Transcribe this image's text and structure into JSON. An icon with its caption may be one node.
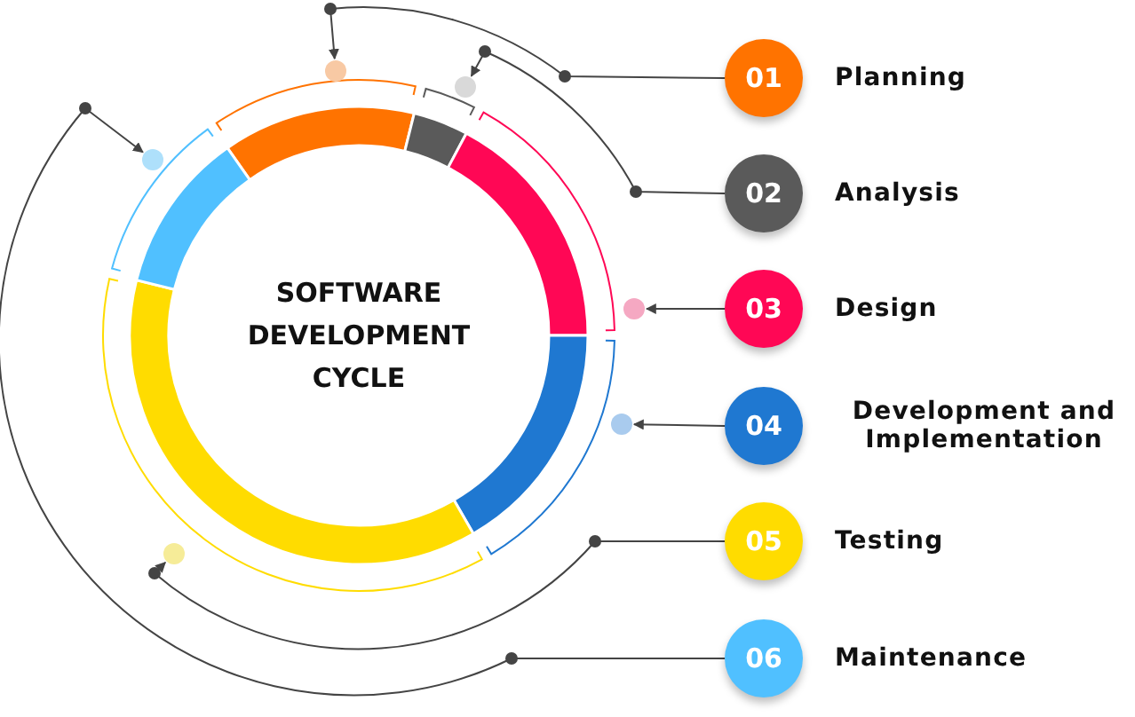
{
  "diagram": {
    "nodes": [
      {
        "text": [
          "SOFTWARE DEVELOPMENT CYCLE"
        ]
      },
      {
        "text": [
          "01"
        ],
        "beside": [
          "Planning"
        ]
      },
      {
        "text": [
          "02"
        ],
        "beside": [
          "Analysis"
        ]
      },
      {
        "text": [
          "03"
        ],
        "beside": [
          "Design"
        ]
      },
      {
        "text": [
          "04"
        ],
        "beside": [
          "Development and Implementation"
        ]
      },
      {
        "text": [
          "05"
        ],
        "beside": [
          "Testing"
        ]
      },
      {
        "text": [
          "06"
        ],
        "beside": [
          "Maintenance"
        ]
      },
      {
        "text": [],
        "shape": "circle"
      },
      {
        "text": [],
        "shape": "circle"
      },
      {
        "text": [],
        "shape": "circle"
      },
      {
        "text": [],
        "shape": "circle"
      },
      {
        "text": [],
        "shape": "circle"
      },
      {
        "text": [],
        "shape": "circle"
      }
    ],
    "edges": [
      {
        "from": 1,
        "to": 7,
        "arrow": "to"
      },
      {
        "from": 2,
        "to": 8,
        "arrow": "to"
      },
      {
        "from": 3,
        "to": 9,
        "arrow": "to"
      },
      {
        "from": 4,
        "to": 10,
        "arrow": "to"
      },
      {
        "from": 5,
        "to": 11,
        "arrow": "to"
      },
      {
        "from": 6,
        "to": 12,
        "arrow": "to"
      }
    ]
  }
}
